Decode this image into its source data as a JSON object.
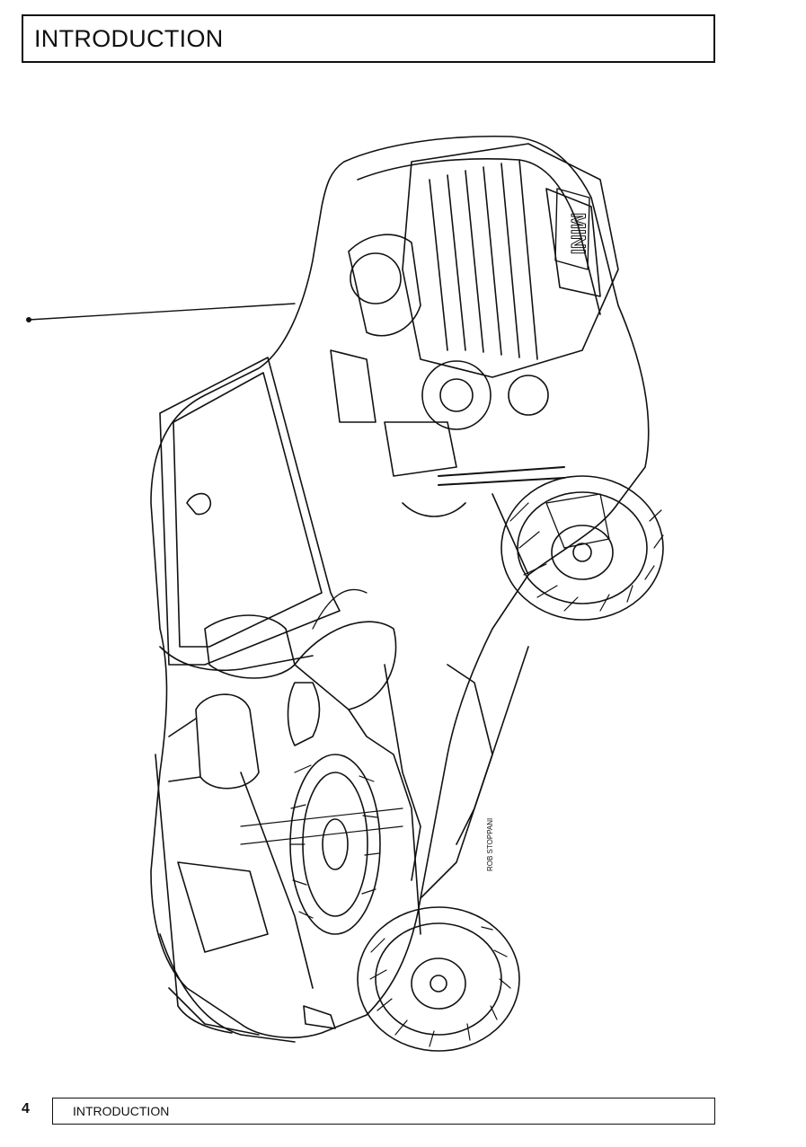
{
  "header": {
    "title": "INTRODUCTION"
  },
  "figure": {
    "badge_text": "MINI",
    "artist_credit": "ROB STOPPANI"
  },
  "footer": {
    "page_number": "4",
    "section_title": "INTRODUCTION"
  }
}
